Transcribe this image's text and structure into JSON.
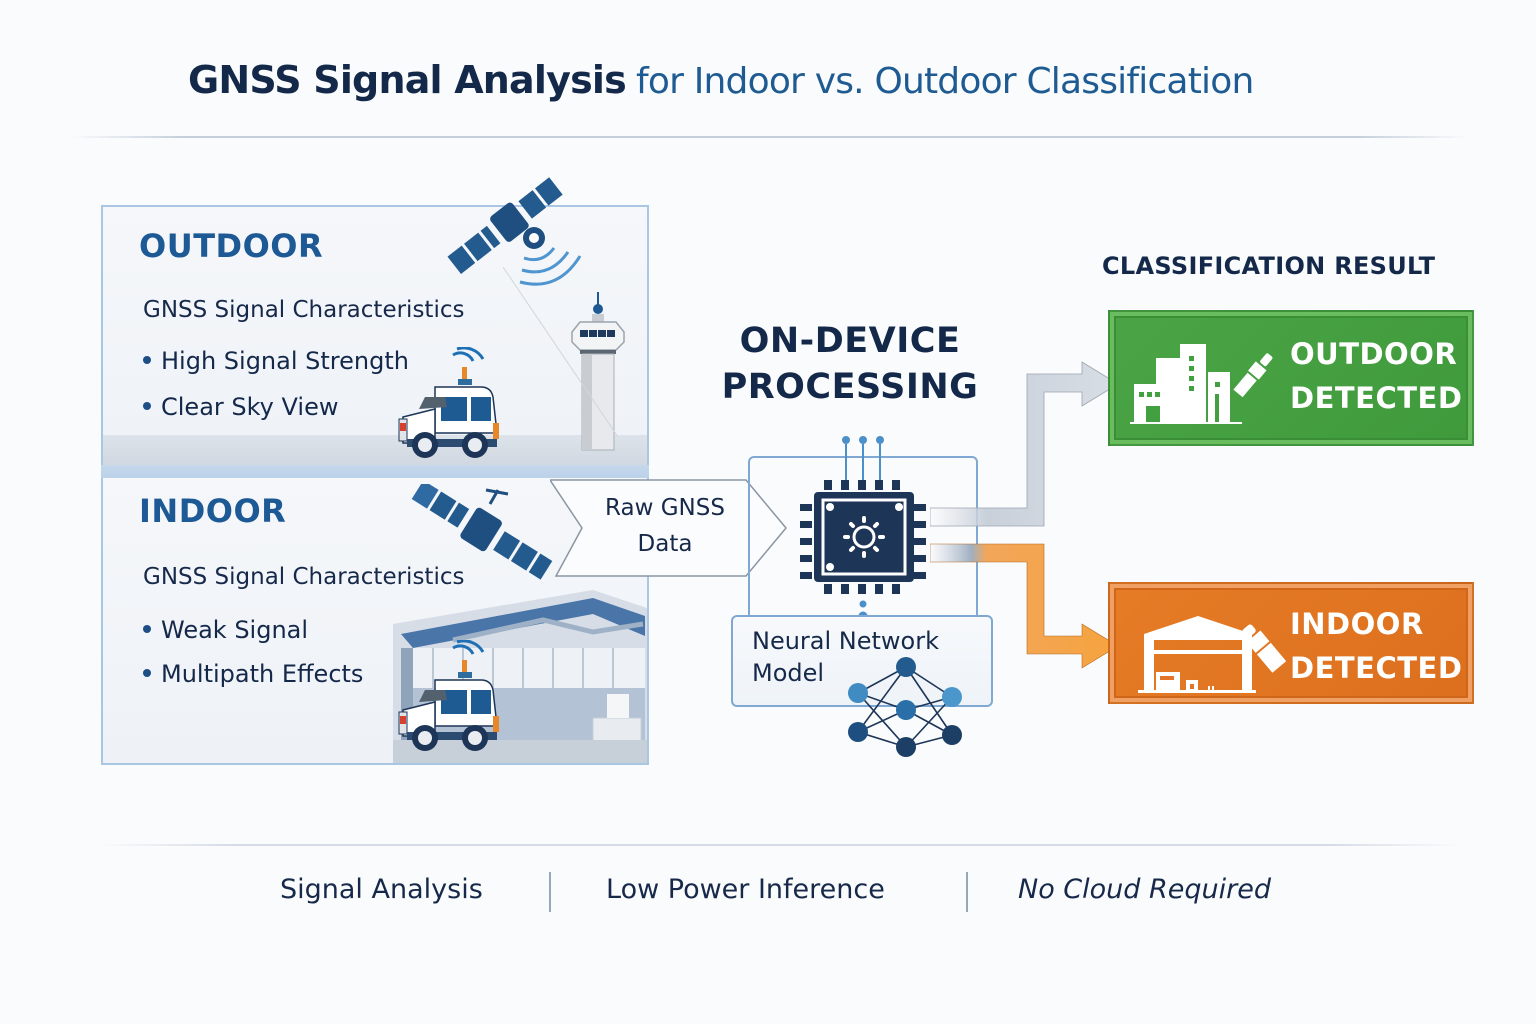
{
  "header": {
    "title_main": "GNSS Signal Analysis",
    "title_sub": "for Indoor vs. Outdoor Classification"
  },
  "environments": {
    "outdoor": {
      "heading": "OUTDOOR",
      "subheading": "GNSS Signal Characteristics",
      "bullets": [
        "High Signal Strength",
        "Clear Sky View"
      ],
      "icons": [
        "satellite-icon",
        "signal-waves-icon",
        "control-tower-icon",
        "vehicle-icon"
      ]
    },
    "indoor": {
      "heading": "INDOOR",
      "subheading": "GNSS Signal Characteristics",
      "bullets": [
        "Weak Signal",
        "Multipath Effects"
      ],
      "icons": [
        "satellite-icon",
        "hangar-icon",
        "vehicle-icon"
      ]
    }
  },
  "input": {
    "label_line1": "Raw GNSS",
    "label_line2": "Data"
  },
  "processing": {
    "title_line1": "ON-DEVICE",
    "title_line2": "PROCESSING",
    "chip_icon": "processor-chip-icon",
    "model_line1": "Neural Network",
    "model_line2": "Model",
    "model_icon": "neural-network-icon"
  },
  "classification": {
    "title": "CLASSIFICATION RESULT",
    "results": [
      {
        "line1": "OUTDOOR",
        "line2": "DETECTED",
        "color": "#43a040",
        "icon": "building-satellite-icon"
      },
      {
        "line1": "INDOOR",
        "line2": "DETECTED",
        "color": "#e2752a",
        "icon": "hangar-satellite-icon"
      }
    ],
    "arrow_colors": {
      "outdoor": "#d3d9e1",
      "indoor": "#f5a03c"
    }
  },
  "footer": {
    "items": [
      "Signal Analysis",
      "Low Power Inference",
      "No Cloud Required"
    ]
  },
  "colors": {
    "navy": "#14294a",
    "accent_blue": "#1f5b93",
    "panel_border": "#a9c6e2",
    "green": "#43a040",
    "orange": "#e2752a"
  }
}
